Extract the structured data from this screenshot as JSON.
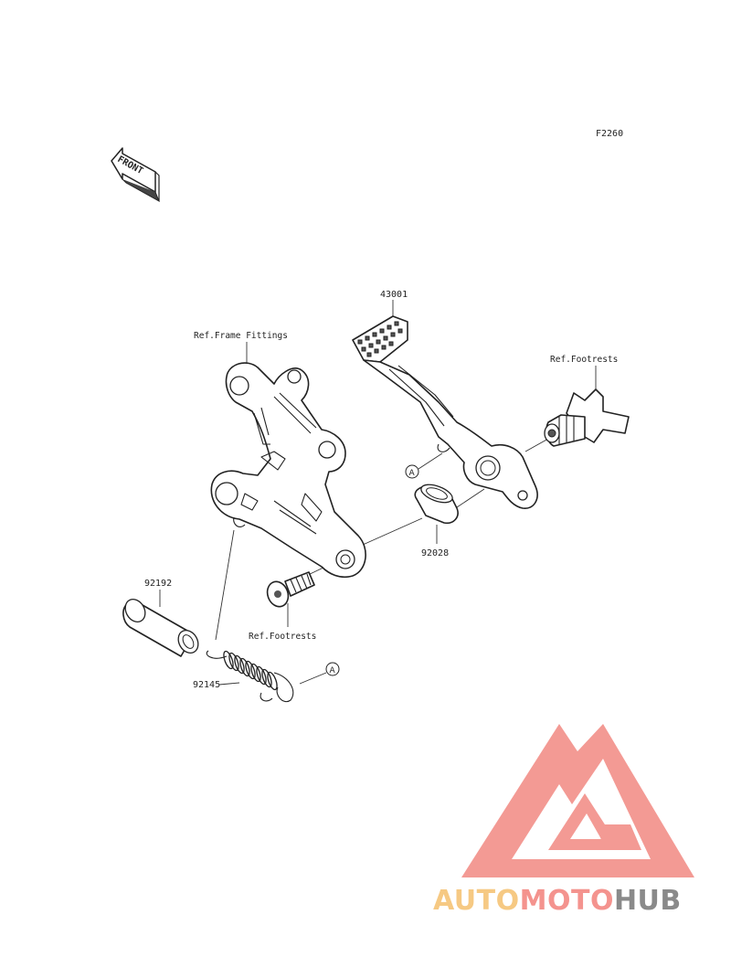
{
  "diagram": {
    "code": "F2260",
    "front_label": "FRONT",
    "ref_labels": {
      "frame_fittings": "Ref.Frame Fittings",
      "footrests_right": "Ref.Footrests",
      "footrests_bottom": "Ref.Footrests"
    },
    "parts": {
      "pedal": "43001",
      "collar": "92028",
      "pipe": "92192",
      "spring": "92145"
    },
    "callout_marker": "A"
  },
  "watermark": {
    "part1": "AUTO",
    "part2": "MOTO",
    "part3": "HUB",
    "colors": {
      "auto": "#f6c983",
      "moto": "#f4938e",
      "hub": "#8a8a8a",
      "logo": "#f3958f"
    }
  }
}
